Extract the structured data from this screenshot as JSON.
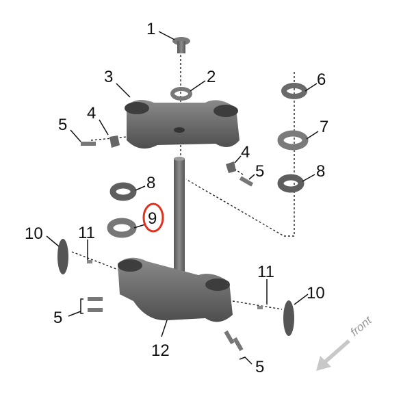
{
  "diagram": {
    "callouts": [
      {
        "id": "c1",
        "text": "1"
      },
      {
        "id": "c2",
        "text": "2"
      },
      {
        "id": "c3",
        "text": "3"
      },
      {
        "id": "c4a",
        "text": "4"
      },
      {
        "id": "c5a",
        "text": "5"
      },
      {
        "id": "c6",
        "text": "6"
      },
      {
        "id": "c7",
        "text": "7"
      },
      {
        "id": "c8a",
        "text": "8"
      },
      {
        "id": "c4b",
        "text": "4"
      },
      {
        "id": "c5b",
        "text": "5"
      },
      {
        "id": "c8b",
        "text": "8"
      },
      {
        "id": "c9",
        "text": "9",
        "highlighted": true
      },
      {
        "id": "c10a",
        "text": "10"
      },
      {
        "id": "c11a",
        "text": "11"
      },
      {
        "id": "c11b",
        "text": "11"
      },
      {
        "id": "c10b",
        "text": "10"
      },
      {
        "id": "c5c",
        "text": "5"
      },
      {
        "id": "c12",
        "text": "12"
      },
      {
        "id": "c5d",
        "text": "5"
      }
    ],
    "direction_label": "front",
    "highlight_color": "#e0301e",
    "part_color": "#6e6e6e"
  }
}
